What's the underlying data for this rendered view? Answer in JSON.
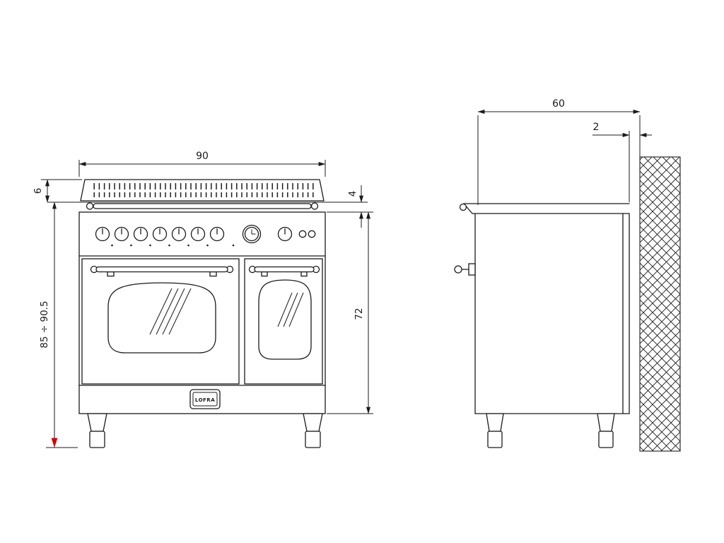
{
  "page": {
    "background": "#ffffff"
  },
  "colors": {
    "line": "#1b1b1b",
    "accent_arrow": "#d40000"
  },
  "views": {
    "front": {
      "label": "front-view",
      "dimensions": {
        "width_top": "90",
        "backguard_height": "6",
        "rail_height": "4",
        "overall_height": "85 ÷ 90.5",
        "body_height": "72"
      },
      "logo": {
        "brand": "LOFRA"
      }
    },
    "side": {
      "label": "side-view",
      "dimensions": {
        "depth": "60",
        "wall_clearance": "2"
      }
    }
  }
}
